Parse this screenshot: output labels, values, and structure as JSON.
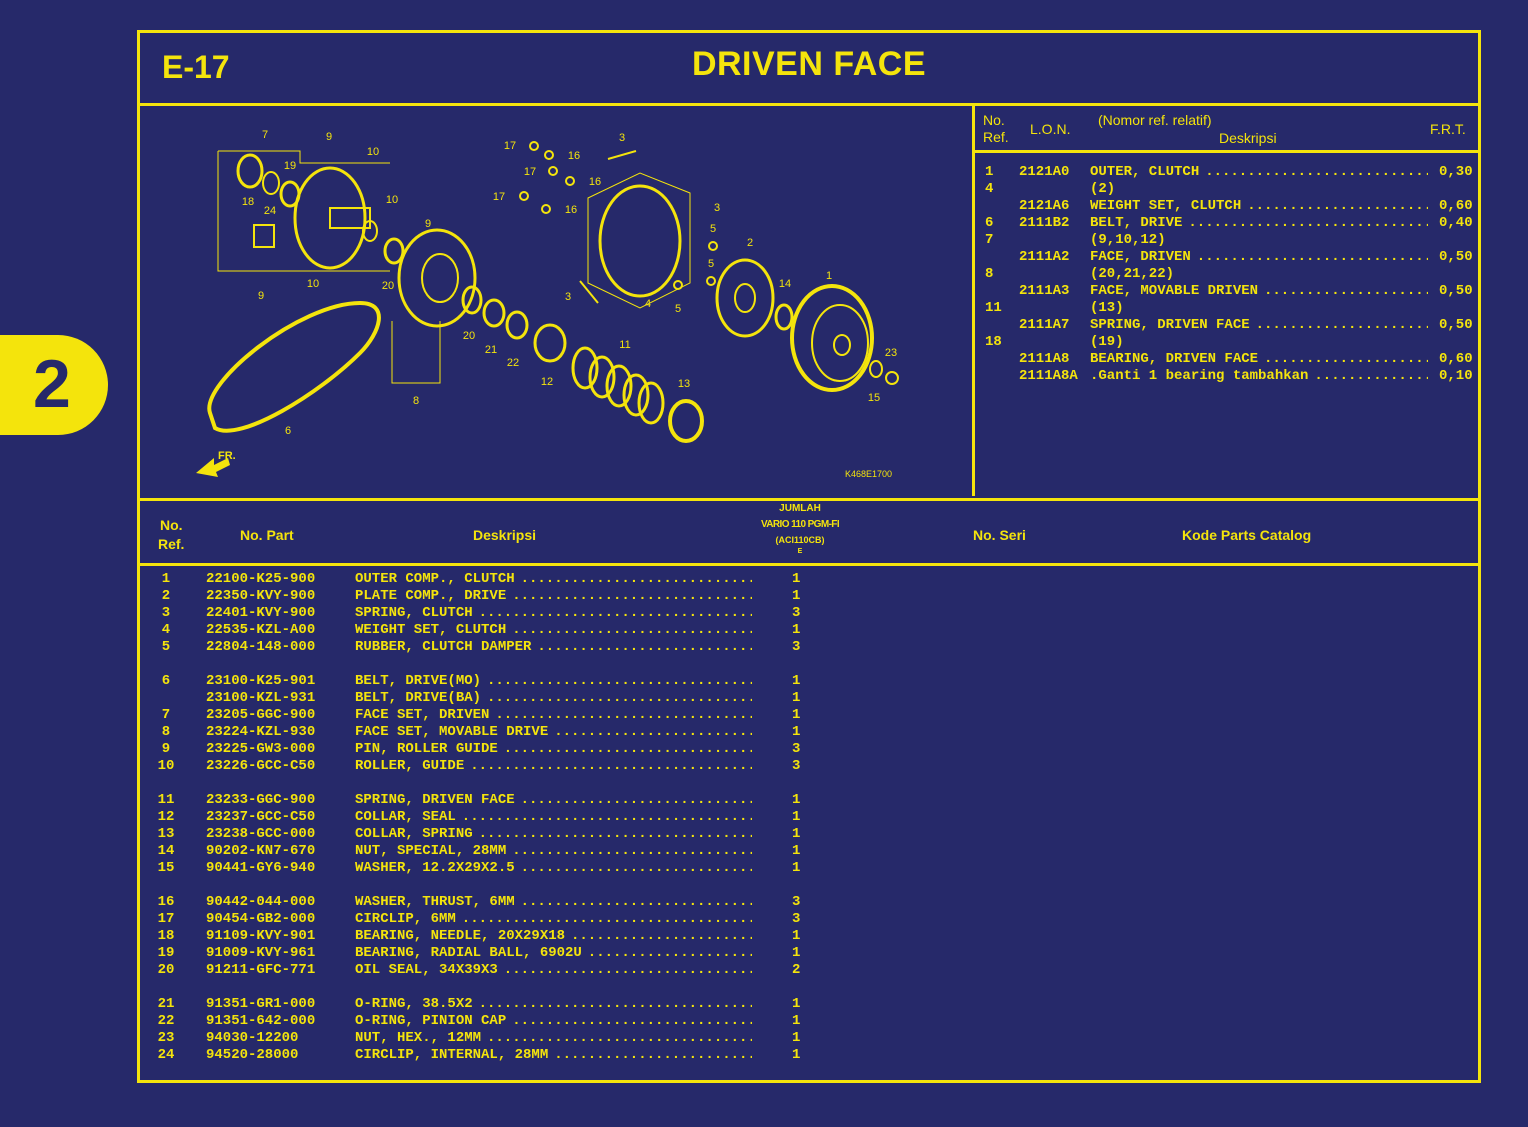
{
  "side_tab": {
    "label": "2"
  },
  "header": {
    "code": "E-17",
    "title": "DRIVEN FACE"
  },
  "diagram": {
    "image_code": "K468E1700",
    "front_arrow": "FR.",
    "callouts": [
      "7",
      "9",
      "10",
      "19",
      "18",
      "24",
      "10",
      "9",
      "20",
      "9",
      "10",
      "17",
      "16",
      "3",
      "17",
      "16",
      "17",
      "16",
      "5",
      "3",
      "2",
      "5",
      "14",
      "1",
      "3",
      "4",
      "5",
      "20",
      "21",
      "22",
      "12",
      "11",
      "13",
      "8",
      "6",
      "23",
      "15"
    ]
  },
  "frt_table": {
    "headers": {
      "no_ref_1": "No.",
      "no_ref_2": "Ref.",
      "lon": "L.O.N.",
      "relative": "(Nomor ref. relatif)",
      "desc": "Deskripsi",
      "frt": "F.R.T."
    },
    "rows": [
      {
        "ref": "1",
        "lon": "2121A0",
        "desc": "OUTER, CLUTCH",
        "frt": "0,30"
      },
      {
        "ref": "4",
        "lon": "",
        "desc": "(2)",
        "frt": ""
      },
      {
        "ref": "",
        "lon": "2121A6",
        "desc": "WEIGHT SET, CLUTCH",
        "frt": "0,60"
      },
      {
        "ref": "6",
        "lon": "2111B2",
        "desc": "BELT, DRIVE",
        "frt": "0,40"
      },
      {
        "ref": "7",
        "lon": "",
        "desc": "(9,10,12)",
        "frt": ""
      },
      {
        "ref": "",
        "lon": "2111A2",
        "desc": "FACE, DRIVEN",
        "frt": "0,50"
      },
      {
        "ref": "8",
        "lon": "",
        "desc": "(20,21,22)",
        "frt": ""
      },
      {
        "ref": "",
        "lon": "2111A3",
        "desc": "FACE, MOVABLE DRIVEN",
        "frt": "0,50"
      },
      {
        "ref": "11",
        "lon": "",
        "desc": "(13)",
        "frt": ""
      },
      {
        "ref": "",
        "lon": "2111A7",
        "desc": "SPRING, DRIVEN FACE",
        "frt": "0,50"
      },
      {
        "ref": "18",
        "lon": "",
        "desc": "(19)",
        "frt": ""
      },
      {
        "ref": "",
        "lon": "2111A8",
        "desc": "BEARING, DRIVEN FACE",
        "frt": "0,60"
      },
      {
        "ref": "",
        "lon": "2111A8A",
        "desc": ".Ganti 1 bearing tambahkan",
        "frt": "0,10"
      }
    ]
  },
  "parts_table": {
    "headers": {
      "no_ref_1": "No.",
      "no_ref_2": "Ref.",
      "part_no": "No. Part",
      "desc": "Deskripsi",
      "qty_1": "JUMLAH",
      "qty_2": "VARIO 110 PGM-FI",
      "qty_3": "(ACI110CB)",
      "qty_4": "E",
      "serial": "No. Seri",
      "catalog": "Kode Parts Catalog"
    },
    "groups": [
      {
        "rows": [
          {
            "ref": "1",
            "part": "22100-K25-900",
            "desc": "OUTER COMP., CLUTCH",
            "qty": "1"
          },
          {
            "ref": "2",
            "part": "22350-KVY-900",
            "desc": "PLATE COMP., DRIVE",
            "qty": "1"
          },
          {
            "ref": "3",
            "part": "22401-KVY-900",
            "desc": "SPRING, CLUTCH",
            "qty": "3"
          },
          {
            "ref": "4",
            "part": "22535-KZL-A00",
            "desc": "WEIGHT SET, CLUTCH",
            "qty": "1"
          },
          {
            "ref": "5",
            "part": "22804-148-000",
            "desc": "RUBBER, CLUTCH DAMPER",
            "qty": "3"
          }
        ]
      },
      {
        "rows": [
          {
            "ref": "6",
            "part": "23100-K25-901",
            "desc": "BELT, DRIVE(MO)",
            "qty": "1"
          },
          {
            "ref": "",
            "part": "23100-KZL-931",
            "desc": "BELT, DRIVE(BA)",
            "qty": "1"
          },
          {
            "ref": "7",
            "part": "23205-GGC-900",
            "desc": "FACE SET, DRIVEN",
            "qty": "1"
          },
          {
            "ref": "8",
            "part": "23224-KZL-930",
            "desc": "FACE SET, MOVABLE DRIVE",
            "qty": "1"
          },
          {
            "ref": "9",
            "part": "23225-GW3-000",
            "desc": "PIN, ROLLER GUIDE",
            "qty": "3"
          },
          {
            "ref": "10",
            "part": "23226-GCC-C50",
            "desc": "ROLLER, GUIDE",
            "qty": "3"
          }
        ]
      },
      {
        "rows": [
          {
            "ref": "11",
            "part": "23233-GGC-900",
            "desc": "SPRING, DRIVEN FACE",
            "qty": "1"
          },
          {
            "ref": "12",
            "part": "23237-GCC-C50",
            "desc": "COLLAR, SEAL",
            "qty": "1"
          },
          {
            "ref": "13",
            "part": "23238-GCC-000",
            "desc": "COLLAR, SPRING",
            "qty": "1"
          },
          {
            "ref": "14",
            "part": "90202-KN7-670",
            "desc": "NUT, SPECIAL, 28MM",
            "qty": "1"
          },
          {
            "ref": "15",
            "part": "90441-GY6-940",
            "desc": "WASHER, 12.2X29X2.5",
            "qty": "1"
          }
        ]
      },
      {
        "rows": [
          {
            "ref": "16",
            "part": "90442-044-000",
            "desc": "WASHER, THRUST, 6MM",
            "qty": "3"
          },
          {
            "ref": "17",
            "part": "90454-GB2-000",
            "desc": "CIRCLIP, 6MM",
            "qty": "3"
          },
          {
            "ref": "18",
            "part": "91109-KVY-901",
            "desc": "BEARING, NEEDLE, 20X29X18",
            "qty": "1"
          },
          {
            "ref": "19",
            "part": "91009-KVY-961",
            "desc": "BEARING, RADIAL BALL, 6902U",
            "qty": "1"
          },
          {
            "ref": "20",
            "part": "91211-GFC-771",
            "desc": "OIL SEAL, 34X39X3",
            "qty": "2"
          }
        ]
      },
      {
        "rows": [
          {
            "ref": "21",
            "part": "91351-GR1-000",
            "desc": "O-RING, 38.5X2",
            "qty": "1"
          },
          {
            "ref": "22",
            "part": "91351-642-000",
            "desc": "O-RING, PINION CAP",
            "qty": "1"
          },
          {
            "ref": "23",
            "part": "94030-12200",
            "desc": "NUT, HEX., 12MM",
            "qty": "1"
          },
          {
            "ref": "24",
            "part": "94520-28000",
            "desc": "CIRCLIP, INTERNAL, 28MM",
            "qty": "1"
          }
        ]
      }
    ]
  },
  "colors": {
    "background": "#26296a",
    "accent": "#f4e40c"
  }
}
